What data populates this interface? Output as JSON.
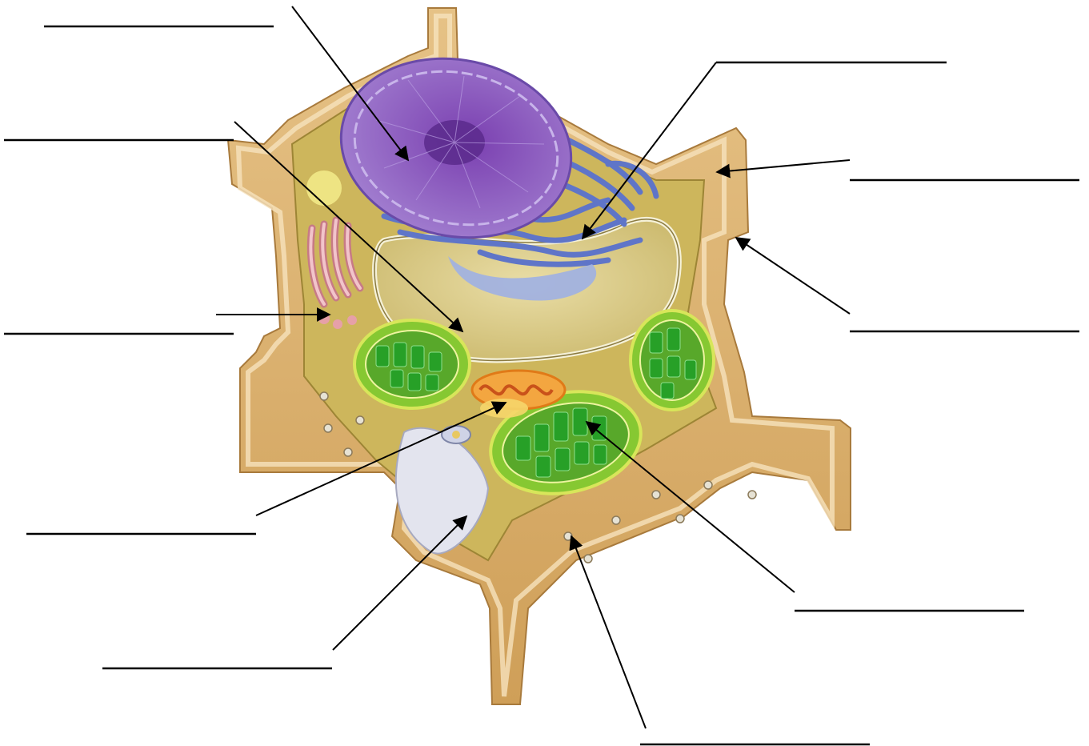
{
  "diagram": {
    "subject": "plant-cell",
    "colors": {
      "wall": "#dfb677",
      "wall_light": "#f3dcae",
      "wall_dark": "#c99a55",
      "cytoplasm": "#d9c56e",
      "nucleus": "#8a5bb8",
      "nucleolus": "#5a2a8c",
      "er": "#6f86d6",
      "vacuole": "#e8d9a0",
      "golgi": "#e6a0a8",
      "chloroplast": "#69b52f",
      "grana": "#2e9e2e",
      "mitochondrion": "#f08a2a",
      "line": "#000000"
    },
    "labels": [
      {
        "id": "label-1",
        "text": ""
      },
      {
        "id": "label-2",
        "text": ""
      },
      {
        "id": "label-3",
        "text": ""
      },
      {
        "id": "label-4",
        "text": ""
      },
      {
        "id": "label-5",
        "text": ""
      },
      {
        "id": "label-6",
        "text": ""
      },
      {
        "id": "label-7",
        "text": ""
      },
      {
        "id": "label-8",
        "text": ""
      },
      {
        "id": "label-9",
        "text": ""
      },
      {
        "id": "label-10",
        "text": ""
      },
      {
        "id": "label-11",
        "text": ""
      }
    ]
  }
}
